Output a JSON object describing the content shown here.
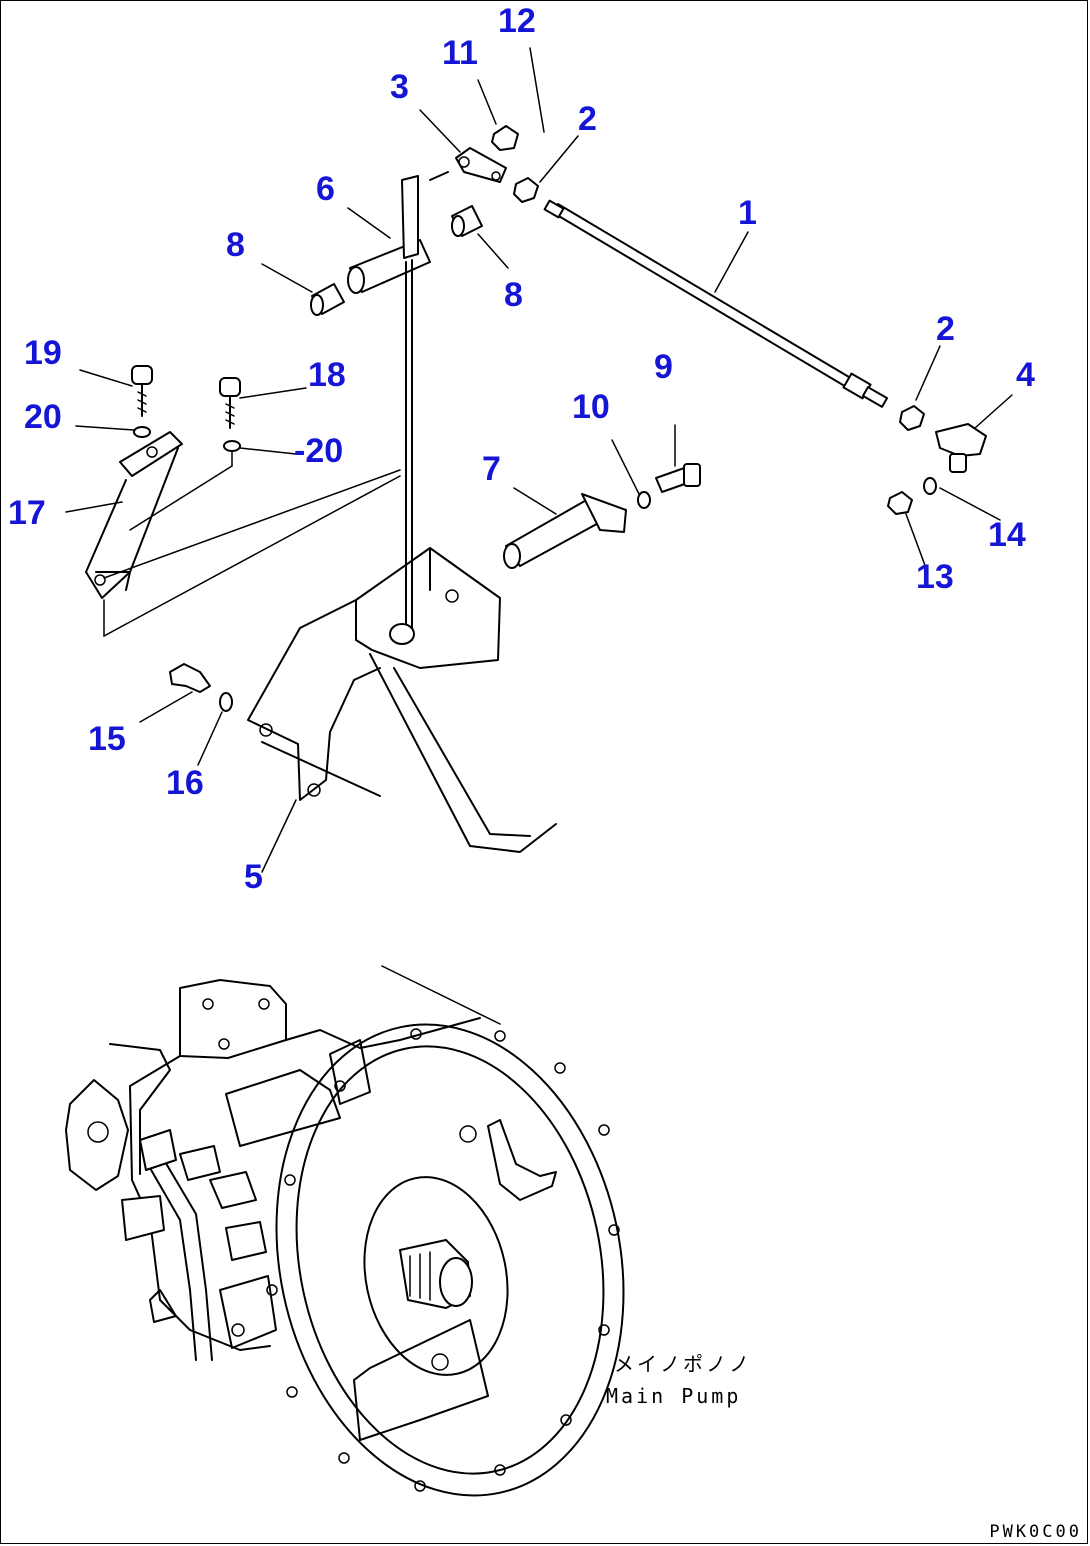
{
  "callouts": [
    {
      "id": "c1",
      "text": "1"
    },
    {
      "id": "c2a",
      "text": "2"
    },
    {
      "id": "c2b",
      "text": "2"
    },
    {
      "id": "c3",
      "text": "3"
    },
    {
      "id": "c4",
      "text": "4"
    },
    {
      "id": "c5",
      "text": "5"
    },
    {
      "id": "c6",
      "text": "6"
    },
    {
      "id": "c7",
      "text": "7"
    },
    {
      "id": "c8a",
      "text": "8"
    },
    {
      "id": "c8b",
      "text": "8"
    },
    {
      "id": "c9",
      "text": "9"
    },
    {
      "id": "c10",
      "text": "10"
    },
    {
      "id": "c11",
      "text": "11"
    },
    {
      "id": "c12",
      "text": "12"
    },
    {
      "id": "c13",
      "text": "13"
    },
    {
      "id": "c14",
      "text": "14"
    },
    {
      "id": "c15",
      "text": "15"
    },
    {
      "id": "c16",
      "text": "16"
    },
    {
      "id": "c17",
      "text": "17"
    },
    {
      "id": "c18",
      "text": "18"
    },
    {
      "id": "c19",
      "text": "19"
    },
    {
      "id": "c20a",
      "text": "20"
    },
    {
      "id": "c20b",
      "text": "-20"
    }
  ],
  "pump_label_jp": "メイノポノノ",
  "pump_label_en": "Main Pump",
  "drawing_code": "PWK0C00",
  "colors": {
    "callout": "#1515d6",
    "line": "#000000",
    "background": "#ffffff"
  }
}
